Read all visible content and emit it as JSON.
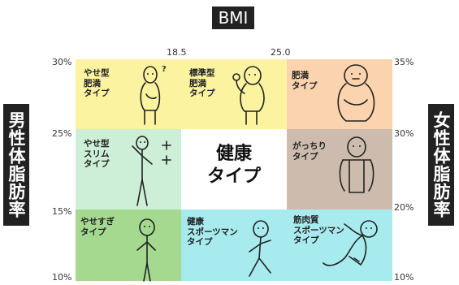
{
  "title": "BMI",
  "left_axis_title": "男性体脂肪率",
  "right_axis_title": "女性体脂肪率",
  "bmi_ticks": [
    "18.5",
    "25.0"
  ],
  "left_ticks": [
    "30%",
    "25%",
    "15%",
    "10%"
  ],
  "right_ticks": [
    "35%",
    "30%",
    "20%",
    "10%"
  ],
  "colors": {
    "yellow": "#fbf3a0",
    "peach": "#fbd3ae",
    "mint": "#cdeed7",
    "taupe": "#cdbcad",
    "green": "#a4d98f",
    "cyan": "#a7ebef",
    "white": "#ffffff"
  },
  "cells": {
    "top_left": {
      "label": "やせ型\n肥満\nタイプ",
      "mark": "?"
    },
    "top_middle": {
      "label": "標準型\n肥満\nタイプ"
    },
    "top_right": {
      "label": "肥満\nタイプ"
    },
    "middle_left": {
      "label": "やせ型\nスリム\nタイプ"
    },
    "center": {
      "label": "健康\nタイプ"
    },
    "middle_right": {
      "label": "がっちり\nタイプ"
    },
    "bottom_left": {
      "label": "やせすぎ\nタイプ"
    },
    "bottom_middle": {
      "label": "健康\nスポーツマン\nタイプ"
    },
    "bottom_right": {
      "label": "筋肉質\nスポーツマン\nタイプ"
    }
  }
}
